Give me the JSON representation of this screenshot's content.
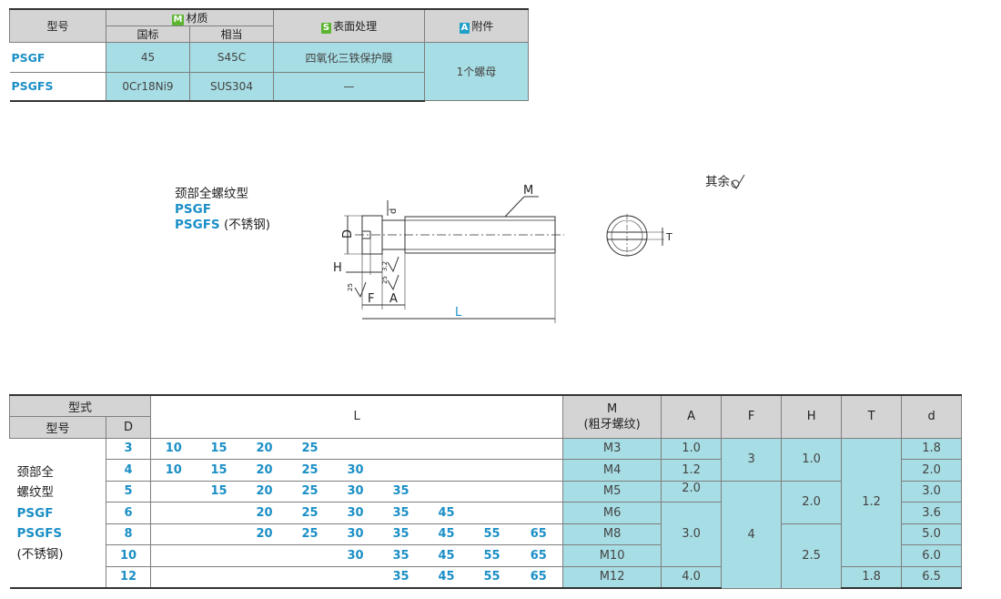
{
  "material_table": {
    "headers": {
      "model": "型号",
      "material_badge": "M",
      "material": "材质",
      "national": "国标",
      "equivalent": "相当",
      "surface_badge": "S",
      "surface": "表面处理",
      "accessory_badge": "A",
      "accessory": "附件"
    },
    "rows": [
      {
        "model": "PSGF",
        "national": "45",
        "equivalent": "S45C",
        "surface": "四氧化三铁保护膜"
      },
      {
        "model": "PSGFS",
        "national": "0Cr18Ni9",
        "equivalent": "SUS304",
        "surface": "—"
      }
    ],
    "accessory_value": "1个螺母"
  },
  "drawing": {
    "title": "颈部全螺纹型",
    "model1": "PSGF",
    "model2": "PSGFS",
    "model2_note": "(不锈钢)",
    "labels": {
      "M": "M",
      "d": "d",
      "D": "D",
      "H": "H",
      "F": "F",
      "A": "A",
      "L": "L",
      "T": "T",
      "r25a": "25",
      "r25b": "25",
      "r32": "3.2"
    },
    "roughness_note": "其余"
  },
  "dim_table": {
    "headers": {
      "type": "型式",
      "model": "型号",
      "D": "D",
      "L": "L",
      "M": "M",
      "M_sub": "(粗牙螺纹)",
      "A": "A",
      "F": "F",
      "H": "H",
      "T": "T",
      "d": "d"
    },
    "type_name": [
      "颈部全",
      "螺纹型",
      "PSGF",
      "PSGFS",
      "(不锈钢)"
    ],
    "rows": [
      {
        "D": "3",
        "L": [
          "10",
          "15",
          "20",
          "25",
          "",
          "",
          "",
          "",
          ""
        ],
        "M": "M3",
        "A": "1.0",
        "d": "1.8"
      },
      {
        "D": "4",
        "L": [
          "10",
          "15",
          "20",
          "25",
          "30",
          "",
          "",
          "",
          ""
        ],
        "M": "M4",
        "A": "1.2",
        "d": "2.0"
      },
      {
        "D": "5",
        "L": [
          "",
          "15",
          "20",
          "25",
          "30",
          "35",
          "",
          "",
          ""
        ],
        "M": "M5",
        "A": "2.0",
        "d": "3.0"
      },
      {
        "D": "6",
        "L": [
          "",
          "",
          "20",
          "25",
          "30",
          "35",
          "45",
          "",
          ""
        ],
        "M": "M6",
        "A": "",
        "d": "3.6"
      },
      {
        "D": "8",
        "L": [
          "",
          "",
          "20",
          "25",
          "30",
          "35",
          "45",
          "55",
          "65"
        ],
        "M": "M8",
        "A": "3.0",
        "d": "5.0"
      },
      {
        "D": "10",
        "L": [
          "",
          "",
          "",
          "",
          "30",
          "35",
          "45",
          "55",
          "65"
        ],
        "M": "M10",
        "A": "",
        "d": "6.0"
      },
      {
        "D": "12",
        "L": [
          "",
          "",
          "",
          "",
          "",
          "35",
          "45",
          "55",
          "65"
        ],
        "M": "M12",
        "A": "4.0",
        "d": "6.5"
      }
    ],
    "F_values": [
      "3",
      "4"
    ],
    "H_values": [
      "1.0",
      "2.0",
      "2.5"
    ],
    "T_values": [
      "1.2",
      "1.8"
    ]
  },
  "colors": {
    "accent_blue": "#1b8fc6",
    "cell_cyan": "#a7dde4",
    "header_gray": "#d4d4d4",
    "badge_green": "#5cb531",
    "badge_cyan": "#1fa0c9"
  }
}
